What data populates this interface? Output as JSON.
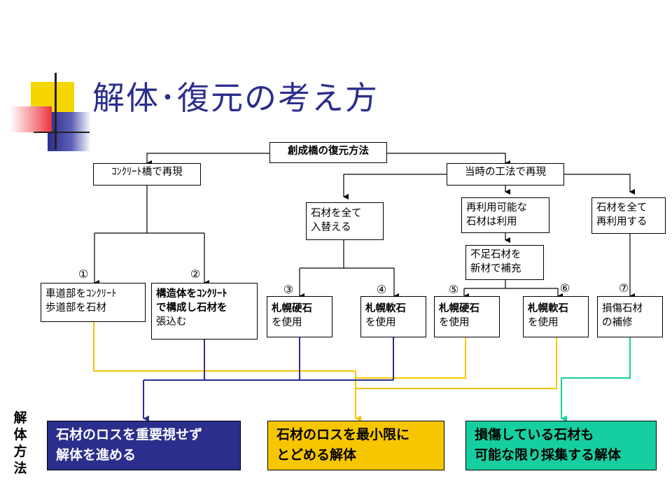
{
  "title": "解体･復元の考え方",
  "colors": {
    "title": "#2b2e8c",
    "navy": "#2b2e8c",
    "gold": "#f6c600",
    "teal": "#16cfa0",
    "deco_yellow": "#f6d600",
    "deco_red": "#ec3540",
    "deco_blue": "#2b2e8c"
  },
  "root": {
    "label": "創成橋の復元方法"
  },
  "branches": {
    "concrete": {
      "label": "ｺﾝｸﾘｰﾄ橋で再現"
    },
    "original": {
      "label": "当時の工法で再現"
    }
  },
  "subs": {
    "replace_all": {
      "lines": [
        "石材を全て",
        "入替える"
      ]
    },
    "reuse_possible": {
      "lines": [
        "再利用可能な",
        "石材は利用"
      ]
    },
    "reuse_all": {
      "lines": [
        "石材を全て",
        "再利用する"
      ]
    },
    "supplement": {
      "lines": [
        "不足石材を",
        "新材で補充"
      ]
    }
  },
  "options": [
    {
      "num": "①",
      "lines": [
        "車道部をｺﾝｸﾘｰﾄ",
        "歩道部を石材"
      ]
    },
    {
      "num": "②",
      "lines": [
        "構造体をｺﾝｸﾘｰﾄ",
        "で構成し石材を",
        "張込む"
      ]
    },
    {
      "num": "③",
      "lines": [
        "札幌硬石",
        "を使用"
      ]
    },
    {
      "num": "④",
      "lines": [
        "札幌軟石",
        "を使用"
      ]
    },
    {
      "num": "⑤",
      "lines": [
        "札幌硬石",
        "を使用"
      ]
    },
    {
      "num": "⑥",
      "lines": [
        "札幌軟石",
        "を使用"
      ]
    },
    {
      "num": "⑦",
      "lines": [
        "損傷石材",
        "の補修"
      ]
    }
  ],
  "results": [
    {
      "lines": [
        "石材のロスを重要視せず",
        "解体を進める"
      ]
    },
    {
      "lines": [
        "石材のロスを最小限に",
        "とどめる解体"
      ]
    },
    {
      "lines": [
        "損傷している石材も",
        "可能な限り採集する解体"
      ]
    }
  ],
  "side_label": "解体方法"
}
